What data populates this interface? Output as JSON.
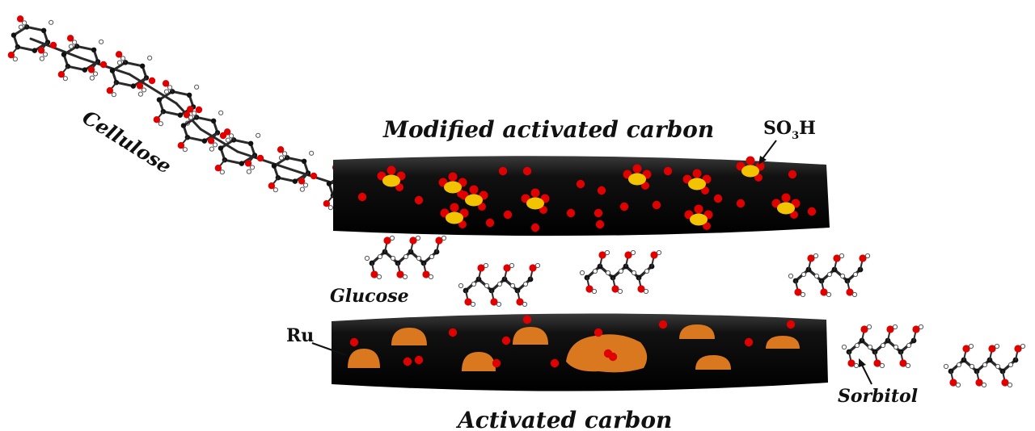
{
  "labels": {
    "cellulose": "Cellulose",
    "modified_carbon": "Modified activated carbon",
    "so3h_main": "SO",
    "so3h_sub": "3",
    "so3h_end": "H",
    "glucose": "Glucose",
    "ru": "Ru",
    "activated_carbon": "Activated carbon",
    "sorbitol": "Sorbitol"
  },
  "colors": {
    "carbon": "#111111",
    "oxygen": "#e00000",
    "sulfur": "#f2c400",
    "ruthenium": "#d9781e",
    "hydrogen": "#ffffff"
  }
}
